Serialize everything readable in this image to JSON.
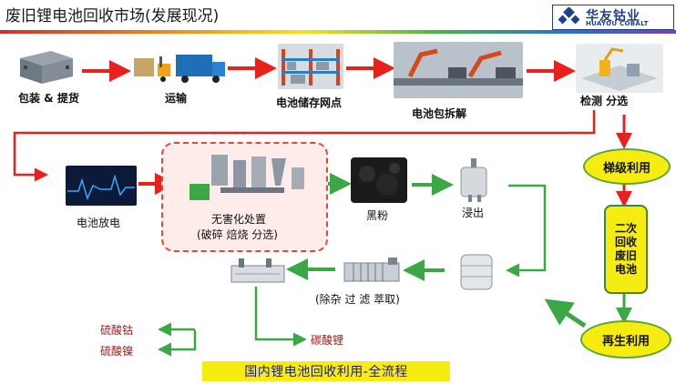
{
  "header": {
    "title": "废旧锂电池回收市场(发展现况)",
    "logo": {
      "name": "华友钴业",
      "sub": "HUAYOU COBALT"
    }
  },
  "steps": {
    "packing": "包装 & 提货",
    "transport": "运输",
    "storage": "电池储存网点",
    "disassembly": "电池包拆解",
    "testing": "检测 分选",
    "discharge": "电池放电",
    "harmless_line1": "无害化处置",
    "harmless_line2": "(破碎 焙烧 分选)",
    "black_powder": "黑粉",
    "leaching": "浸出",
    "refining": "(除杂 过 滤 萃取)"
  },
  "products": {
    "cobalt_sulfate": "硫酸钴",
    "nickel_sulfate": "硫酸镍",
    "lithium_carbonate": "碳酸锂"
  },
  "side": {
    "cascade": "梯级利用",
    "secondary": [
      "二次",
      "回收",
      "废旧",
      "电池"
    ],
    "regenerate": "再生利用"
  },
  "banner": "国内锂电池回收利用-全流程",
  "colors": {
    "red_arrow": "#e8211d",
    "green_arrow": "#3aa845",
    "oval": "#f6ec12"
  }
}
